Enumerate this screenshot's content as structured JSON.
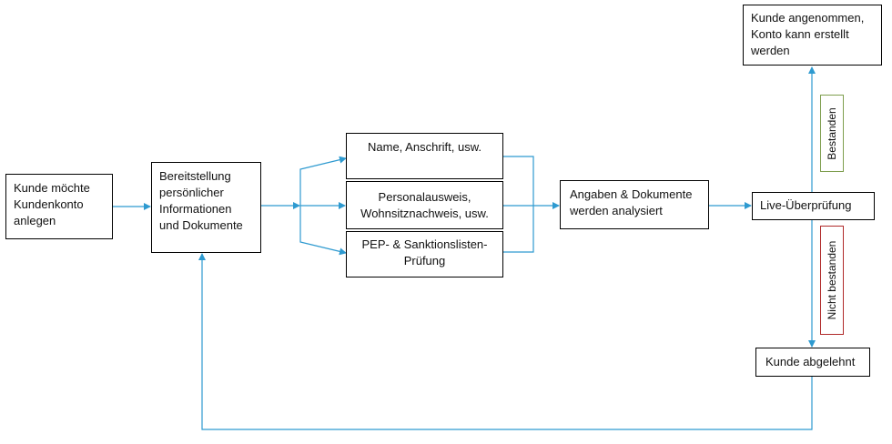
{
  "colors": {
    "connector": "#2E9AD0",
    "box_border": "#000000",
    "pass_border": "#7E9E4E",
    "fail_border": "#B02A2A"
  },
  "nodes": {
    "start": "Kunde möchte Kundenkonto anlegen",
    "provide_info": "Bereitstellung persönlicher Informationen und Dokumente",
    "name_address": "Name, Anschrift, usw.",
    "id_documents": "Personalausweis, Wohnsitznachweis, usw.",
    "pep_check": "PEP- & Sanktionslisten-Prüfung",
    "analysis": "Angaben & Dokumente werden analysiert",
    "live_check": "Live-Überprüfung",
    "accepted": "Kunde angenommen, Konto kann erstellt werden",
    "rejected": "Kunde abgelehnt"
  },
  "edge_labels": {
    "passed": "Bestanden",
    "failed": "Nicht bestanden"
  }
}
